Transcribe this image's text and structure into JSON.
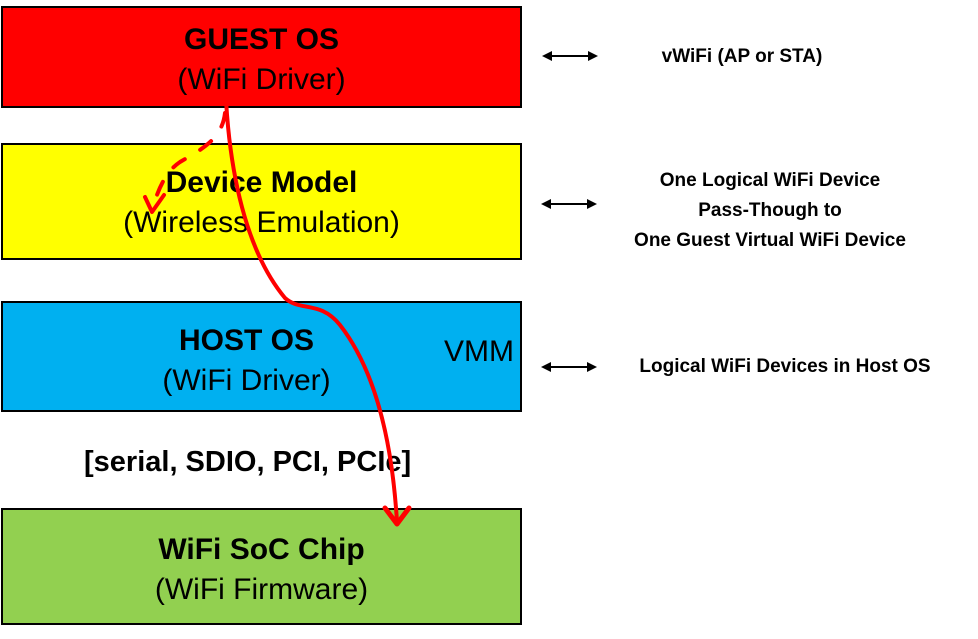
{
  "layers": {
    "guest_os": {
      "title": "GUEST OS",
      "subtitle": "(WiFi Driver)",
      "color": "#ff0000"
    },
    "device_model": {
      "title": "Device Model",
      "subtitle": "(Wireless Emulation)",
      "color": "#ffff00"
    },
    "host_os": {
      "title": "HOST OS",
      "subtitle": "(WiFi Driver)",
      "side_label": "VMM",
      "color": "#00b0f0"
    },
    "wifi_chip": {
      "title": "WiFi SoC Chip",
      "subtitle": "(WiFi Firmware)",
      "color": "#92d050"
    }
  },
  "bus_label": "[serial, SDIO, PCI, PCIe]",
  "annotations": {
    "guest": {
      "icon": "double-arrow-icon",
      "text": "vWiFi (AP or STA)"
    },
    "device": {
      "icon": "double-arrow-icon",
      "lines": [
        "One Logical WiFi Device",
        "Pass-Though to",
        "One Guest Virtual WiFi Device"
      ]
    },
    "host": {
      "icon": "double-arrow-icon",
      "text": "Logical WiFi Devices in Host OS"
    }
  },
  "flow_color": "#ff0000"
}
